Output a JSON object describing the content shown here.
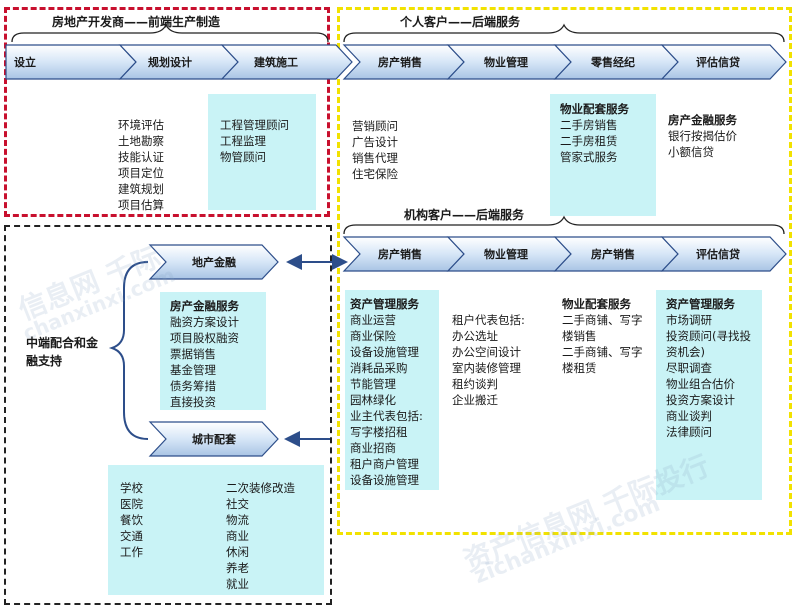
{
  "developer_section": {
    "title": "房地产开发商——前端生产制造",
    "stages": [
      "设立",
      "规划设计",
      "建筑施工"
    ],
    "planning_items": [
      "环境评估",
      "土地勘察",
      "技能认证",
      "项目定位",
      "建筑规划",
      "项目估算"
    ],
    "construction_items": [
      "工程管理顾问",
      "工程监理",
      "物管顾问"
    ]
  },
  "individual_section": {
    "title": "个人客户——后端服务",
    "stages": [
      "房产销售",
      "物业管理",
      "零售经纪",
      "评估信贷"
    ],
    "sales_items": [
      "营销顾问",
      "广告设计",
      "销售代理",
      "住宅保险"
    ],
    "retail_heading": "物业配套服务",
    "retail_items": [
      "二手房销售",
      "二手房租赁",
      "管家式服务"
    ],
    "finance_heading": "房产金融服务",
    "finance_items": [
      "银行按揭估价",
      "小额信贷"
    ]
  },
  "institution_section": {
    "title": "机构客户——后端服务",
    "stages": [
      "房产销售",
      "物业管理",
      "房产销售",
      "评估信贷"
    ],
    "asset_heading": "资产管理服务",
    "asset_items_col1": [
      "商业运营",
      "商业保险",
      "设备设施管理",
      "消耗品采购",
      "节能管理",
      "园林绿化",
      "业主代表包括:",
      "写字楼招租",
      "商业招商",
      "租户商户管理",
      "设备设施管理"
    ],
    "asset_items_col2": [
      "租户代表包括:",
      "办公选址",
      "办公空间设计",
      "室内装修管理",
      "租约谈判",
      "企业搬迁"
    ],
    "property_heading": "物业配套服务",
    "property_items": [
      "二手商铺、写字楼销售",
      "二手商铺、写字楼租赁"
    ],
    "valuation_heading": "资产管理服务",
    "valuation_items": [
      "市场调研",
      "投资顾问(寻找投资机会)",
      "尽职调查",
      "物业组合估价",
      "投资方案设计",
      "商业谈判",
      "法律顾问"
    ]
  },
  "support_section": {
    "title": "中端配合和金融支持",
    "finance_label": "地产金融",
    "finance_heading": "房产金融服务",
    "finance_items": [
      "融资方案设计",
      "项目股权融资",
      "票据销售",
      "基金管理",
      "债务筹措",
      "直接投资"
    ],
    "city_label": "城市配套",
    "city_col1": [
      "学校",
      "医院",
      "餐饮",
      "交通",
      "工作"
    ],
    "city_col2": [
      "二次装修改造",
      "社交",
      "物流",
      "商业",
      "休闲",
      "养老",
      "就业"
    ]
  },
  "watermarks": [
    "信息网 千际",
    "chanxinxi.com",
    "资产信息网 千际投行",
    "zichanxinxi.com"
  ],
  "colors": {
    "red_border": "#c8102e",
    "yellow_border": "#f2e200",
    "panel": "#c9f3f6",
    "arrow_fill": "#d6e6f7",
    "arrow_stroke": "#2d4e8a"
  }
}
